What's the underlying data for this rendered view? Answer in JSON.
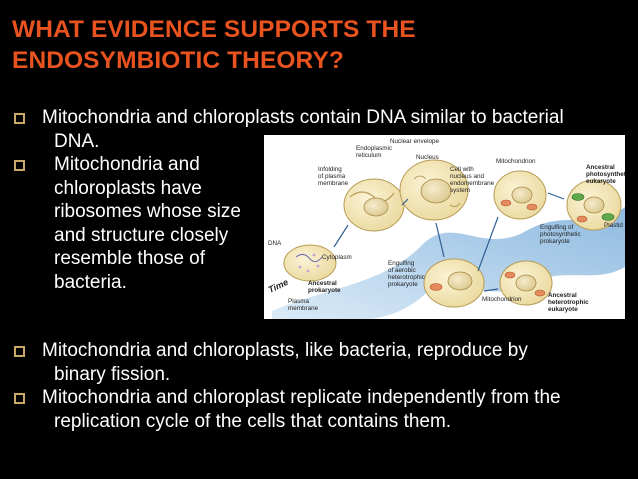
{
  "slide": {
    "title_line1": "WHAT EVIDENCE SUPPORTS THE",
    "title_line2": "ENDOSYMBIOTIC THEORY?",
    "bullets": [
      [
        "Mitochondria and chloroplasts contain DNA similar to bacterial",
        "DNA."
      ],
      [
        "Mitochondria and",
        "chloroplasts have",
        "ribosomes whose size",
        "and structure closely",
        "resemble those of",
        "bacteria."
      ],
      [
        "Mitochondria and  chloroplasts, like bacteria, reproduce by",
        "binary fission."
      ],
      [
        "Mitochondria and chloroplast replicate independently from the",
        "replication cycle of the cells that contains them."
      ]
    ]
  },
  "figure": {
    "labels": {
      "nuclear_envelope": "Nuclear envelope",
      "er_1": "Endoplasmic",
      "er_2": "reticulum",
      "nucleus": "Nucleus",
      "infolding_1": "Infolding",
      "infolding_2": "of plasma",
      "infolding_3": "membrane",
      "cell_1": "Cell with",
      "cell_2": "nucleus and",
      "cell_3": "endomembrane",
      "cell_4": "system",
      "mitochondrion_top": "Mitochondrion",
      "ancestral_photo_1": "Ancestral",
      "ancestral_photo_2": "photosynthetic",
      "ancestral_photo_3": "eukaryote",
      "plastid": "Plastid",
      "engulf_photo_1": "Engulfing of",
      "engulf_photo_2": "photosynthetic",
      "engulf_photo_3": "prokaryote",
      "dna": "DNA",
      "cytoplasm": "Cytoplasm",
      "engulf_aerobic_1": "Engulfing",
      "engulf_aerobic_2": "of aerobic",
      "engulf_aerobic_3": "heterotrophic",
      "engulf_aerobic_4": "prokaryote",
      "time": "Time",
      "ancestral_prok_1": "Ancestral",
      "ancestral_prok_2": "prokaryote",
      "plasma_1": "Plasma",
      "plasma_2": "membrane",
      "mitochondrion_bottom": "Mitochondrion",
      "ancestral_het_1": "Ancestral",
      "ancestral_het_2": "heterotrophic",
      "ancestral_het_3": "eukaryote"
    }
  },
  "colors": {
    "background": "#000000",
    "title": "#e8531f",
    "text": "#ffffff",
    "bullet_box": "#c9a968"
  }
}
